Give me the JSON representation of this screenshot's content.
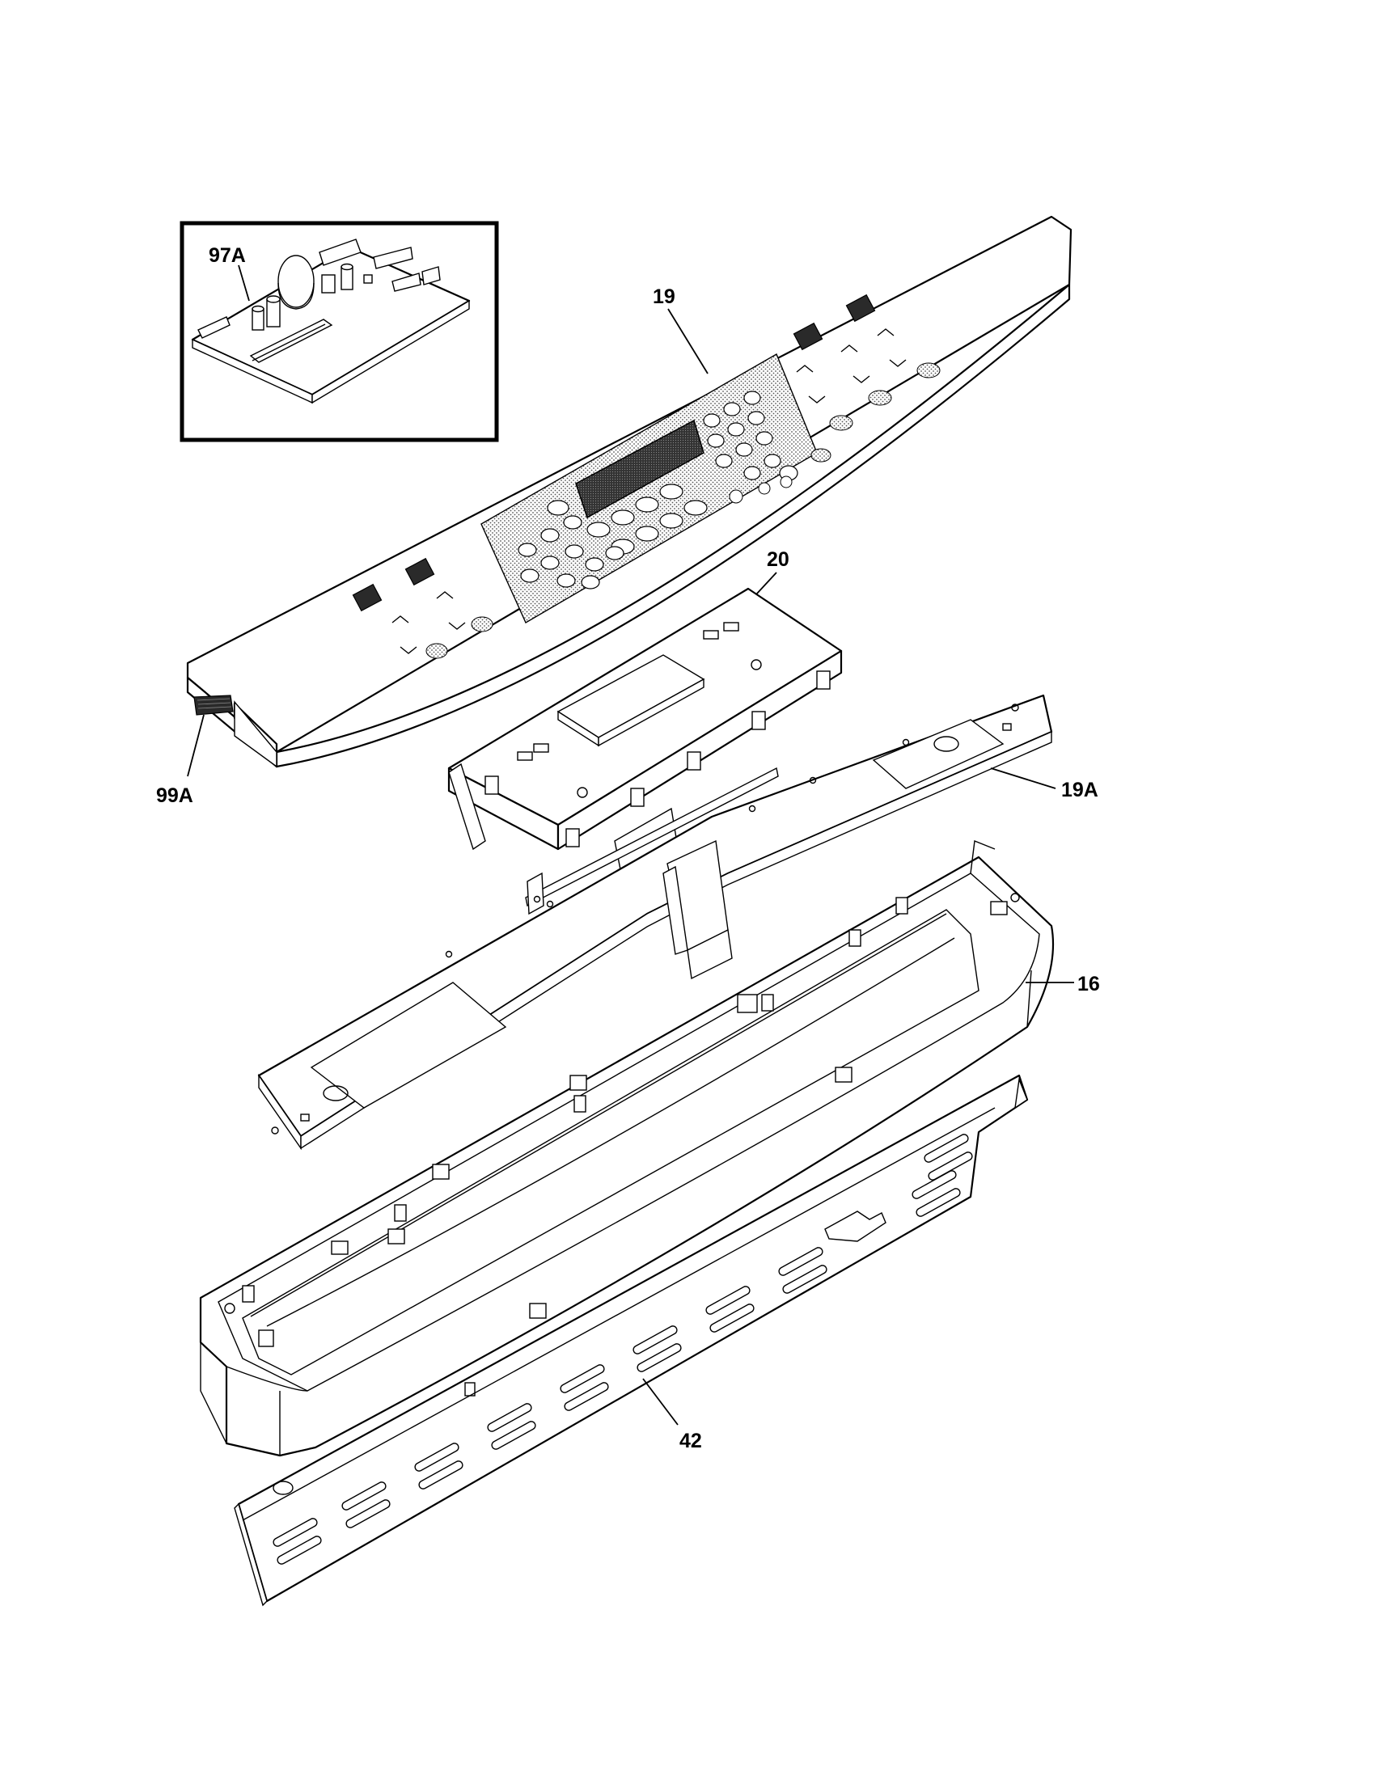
{
  "callouts": {
    "c97a": "97A",
    "c19": "19",
    "c20": "20",
    "c99a": "99A",
    "c19a": "19A",
    "c16": "16",
    "c42": "42"
  }
}
